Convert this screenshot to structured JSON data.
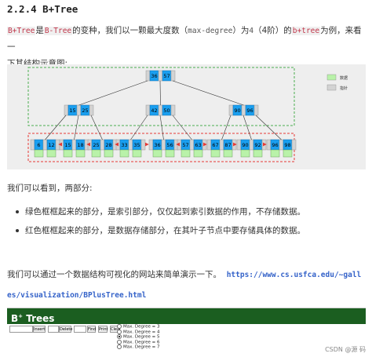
{
  "heading": "2.2.4 B+Tree",
  "intro": {
    "c1": "B+Tree",
    "t1": "是",
    "c2": "B-Tree",
    "t2": "的变种，我们以一颗最大度数（",
    "c3": "max-degree",
    "t3": "）为",
    "c4": "4",
    "t4": "（4阶）的",
    "c5": "b+tree",
    "t5": "为例，来看一",
    "line2": "下其结构示意图:"
  },
  "diagram": {
    "legend": [
      {
        "label": "数据",
        "color": "#b9f2a9"
      },
      {
        "label": "指针",
        "color": "#d3d3d3"
      }
    ],
    "root": [
      "36",
      "57"
    ],
    "internal": [
      [
        "15",
        "25"
      ],
      [
        "42",
        "50"
      ],
      [
        "90",
        "96"
      ]
    ],
    "leaves": [
      [
        "6",
        "12"
      ],
      [
        "15",
        "18"
      ],
      [
        "25",
        "28"
      ],
      [
        "33",
        "35"
      ],
      [
        "36",
        "56"
      ],
      [
        "57",
        "63"
      ],
      [
        "67",
        "87"
      ],
      [
        "90",
        "92"
      ],
      [
        "96",
        "98"
      ]
    ],
    "key_color": "#1a9ff0",
    "ptr_color": "#d3d3d3",
    "data_color": "#b9f2a9",
    "index_border": "#4caf50",
    "data_border": "#e53935"
  },
  "observe": "我们可以看到，两部分:",
  "bullets": [
    "绿色框框起来的部分，是索引部分，仅仅起到索引数据的作用，不存储数据。",
    "红色框框起来的部分，是数据存储部分，在其叶子节点中要存储具体的数据。"
  ],
  "demo": {
    "text": "我们可以通过一个数据结构可视化的网站来简单演示一下。",
    "url1": "https://www.cs.usfca.edu/~gall",
    "url2": "es/visualization/BPlusTree.html"
  },
  "app": {
    "title_pre": "B",
    "title_sup": "+",
    "title_post": " Trees",
    "buttons": [
      "Insert",
      "Delete",
      "Find",
      "Print",
      "Clear"
    ],
    "degrees": [
      "Max. Degree = 3",
      "Max. Degree = 4",
      "Max. Degree = 5",
      "Max. Degree = 6",
      "Max. Degree = 7"
    ],
    "selected_degree_index": 2
  },
  "watermark": "CSDN @源 码"
}
